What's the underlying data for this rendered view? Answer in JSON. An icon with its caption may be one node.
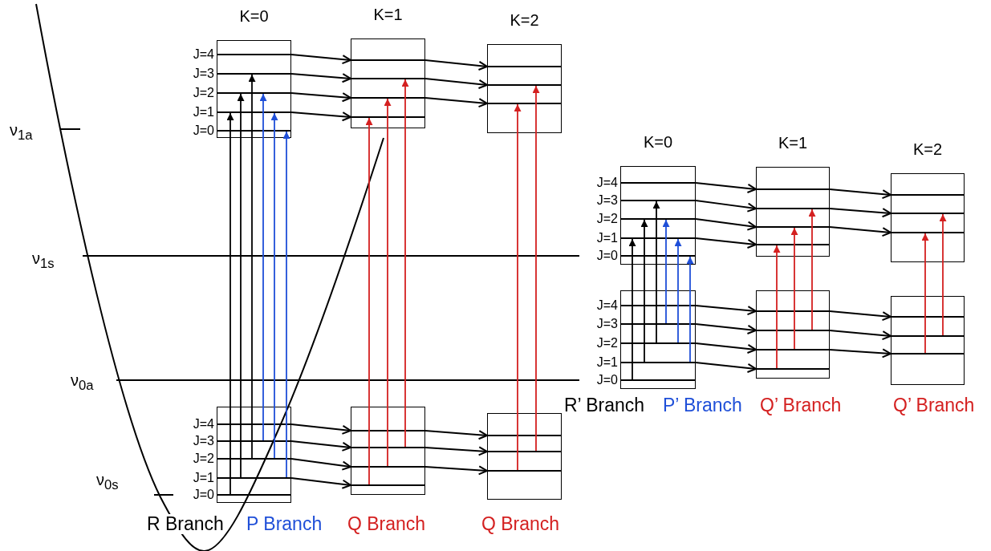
{
  "diagram": {
    "nodes": [
      {
        "text": [
          "K=0"
        ]
      },
      {
        "text": [],
        "shape": "bar",
        "in": 0,
        "beside": [
          "J=4"
        ]
      },
      {
        "text": [],
        "shape": "bar",
        "in": 0,
        "beside": [
          "J=3"
        ]
      },
      {
        "text": [],
        "shape": "bar",
        "in": 0,
        "beside": [
          "J=2"
        ]
      },
      {
        "text": [],
        "shape": "bar",
        "in": 0,
        "beside": [
          "J=1"
        ]
      },
      {
        "text": [],
        "shape": "bar",
        "in": 0,
        "beside": [
          "J=0"
        ]
      },
      {
        "text": [
          "K=1"
        ]
      },
      {
        "text": [],
        "shape": "bar",
        "in": 6
      },
      {
        "text": [],
        "shape": "bar",
        "in": 6
      },
      {
        "text": [],
        "shape": "bar",
        "in": 6
      },
      {
        "text": [],
        "shape": "bar",
        "in": 6
      },
      {
        "text": [
          "K=2"
        ]
      },
      {
        "text": [],
        "shape": "bar",
        "in": 11
      },
      {
        "text": [],
        "shape": "bar",
        "in": 11
      },
      {
        "text": [],
        "shape": "bar",
        "in": 11
      },
      {
        "text": [],
        "shape": "box"
      },
      {
        "text": [],
        "shape": "bar",
        "in": 15,
        "beside": [
          "J=4"
        ]
      },
      {
        "text": [],
        "shape": "bar",
        "in": 15,
        "beside": [
          "J=3"
        ]
      },
      {
        "text": [],
        "shape": "bar",
        "in": 15,
        "beside": [
          "J=2"
        ]
      },
      {
        "text": [],
        "shape": "bar",
        "in": 15,
        "beside": [
          "J=1"
        ]
      },
      {
        "text": [],
        "shape": "bar",
        "in": 15,
        "beside": [
          "J=0"
        ]
      },
      {
        "text": [],
        "shape": "box"
      },
      {
        "text": [],
        "shape": "bar",
        "in": 21
      },
      {
        "text": [],
        "shape": "bar",
        "in": 21
      },
      {
        "text": [],
        "shape": "bar",
        "in": 21
      },
      {
        "text": [],
        "shape": "bar",
        "in": 21
      },
      {
        "text": [],
        "shape": "box"
      },
      {
        "text": [],
        "shape": "bar",
        "in": 26
      },
      {
        "text": [],
        "shape": "bar",
        "in": 26
      },
      {
        "text": [],
        "shape": "bar",
        "in": 26
      },
      {
        "text": [
          "K=0"
        ]
      },
      {
        "text": [],
        "shape": "bar",
        "in": 30,
        "beside": [
          "J=4"
        ]
      },
      {
        "text": [],
        "shape": "bar",
        "in": 30,
        "beside": [
          "J=3"
        ]
      },
      {
        "text": [],
        "shape": "bar",
        "in": 30,
        "beside": [
          "J=2"
        ]
      },
      {
        "text": [],
        "shape": "bar",
        "in": 30,
        "beside": [
          "J=1"
        ]
      },
      {
        "text": [],
        "shape": "bar",
        "in": 30,
        "beside": [
          "J=0"
        ]
      },
      {
        "text": [
          "K=1"
        ]
      },
      {
        "text": [],
        "shape": "bar",
        "in": 36
      },
      {
        "text": [],
        "shape": "bar",
        "in": 36
      },
      {
        "text": [],
        "shape": "bar",
        "in": 36
      },
      {
        "text": [],
        "shape": "bar",
        "in": 36
      },
      {
        "text": [
          "K=2"
        ]
      },
      {
        "text": [],
        "shape": "bar",
        "in": 41
      },
      {
        "text": [],
        "shape": "bar",
        "in": 41
      },
      {
        "text": [],
        "shape": "bar",
        "in": 41
      },
      {
        "text": [],
        "shape": "box"
      },
      {
        "text": [],
        "shape": "bar",
        "in": 45,
        "beside": [
          "J=4"
        ]
      },
      {
        "text": [],
        "shape": "bar",
        "in": 45,
        "beside": [
          "J=3"
        ]
      },
      {
        "text": [],
        "shape": "bar",
        "in": 45,
        "beside": [
          "J=2"
        ]
      },
      {
        "text": [],
        "shape": "bar",
        "in": 45,
        "beside": [
          "J=1"
        ]
      },
      {
        "text": [],
        "shape": "bar",
        "in": 45,
        "beside": [
          "J=0"
        ]
      },
      {
        "text": [],
        "shape": "box"
      },
      {
        "text": [],
        "shape": "bar",
        "in": 51
      },
      {
        "text": [],
        "shape": "bar",
        "in": 51
      },
      {
        "text": [],
        "shape": "bar",
        "in": 51
      },
      {
        "text": [],
        "shape": "bar",
        "in": 51
      },
      {
        "text": [],
        "shape": "box"
      },
      {
        "text": [],
        "shape": "bar",
        "in": 56
      },
      {
        "text": [],
        "shape": "bar",
        "in": 56
      },
      {
        "text": [],
        "shape": "bar",
        "in": 56
      }
    ],
    "edges": [
      {
        "from": 1,
        "to": 7,
        "arrow": "to"
      },
      {
        "from": 2,
        "to": 8,
        "arrow": "to"
      },
      {
        "from": 3,
        "to": 9,
        "arrow": "to"
      },
      {
        "from": 4,
        "to": 10,
        "arrow": "to"
      },
      {
        "from": 7,
        "to": 12,
        "arrow": "to"
      },
      {
        "from": 8,
        "to": 13,
        "arrow": "to"
      },
      {
        "from": 9,
        "to": 14,
        "arrow": "to"
      },
      {
        "from": 16,
        "to": 22,
        "arrow": "to"
      },
      {
        "from": 17,
        "to": 23,
        "arrow": "to"
      },
      {
        "from": 18,
        "to": 24,
        "arrow": "to"
      },
      {
        "from": 19,
        "to": 25,
        "arrow": "to"
      },
      {
        "from": 22,
        "to": 27,
        "arrow": "to"
      },
      {
        "from": 23,
        "to": 28,
        "arrow": "to"
      },
      {
        "from": 24,
        "to": 29,
        "arrow": "to"
      },
      {
        "from": 20,
        "to": 4,
        "arrow": "to"
      },
      {
        "from": 19,
        "to": 3,
        "arrow": "to"
      },
      {
        "from": 18,
        "to": 2,
        "arrow": "to"
      },
      {
        "from": 17,
        "to": 3,
        "arrow": "to",
        "color": "#1f4fd8"
      },
      {
        "from": 18,
        "to": 4,
        "arrow": "to",
        "color": "#1f4fd8"
      },
      {
        "from": 19,
        "to": 5,
        "arrow": "to",
        "color": "#1f4fd8"
      },
      {
        "from": 25,
        "to": 10,
        "arrow": "to",
        "color": "#d42020"
      },
      {
        "from": 24,
        "to": 9,
        "arrow": "to",
        "color": "#d42020"
      },
      {
        "from": 23,
        "to": 8,
        "arrow": "to",
        "color": "#d42020"
      },
      {
        "from": 29,
        "to": 14,
        "arrow": "to",
        "color": "#d42020"
      },
      {
        "from": 28,
        "to": 13,
        "arrow": "to",
        "color": "#d42020"
      },
      {
        "from": 31,
        "to": 37,
        "arrow": "to"
      },
      {
        "from": 32,
        "to": 38,
        "arrow": "to"
      },
      {
        "from": 33,
        "to": 39,
        "arrow": "to"
      },
      {
        "from": 34,
        "to": 40,
        "arrow": "to"
      },
      {
        "from": 37,
        "to": 42,
        "arrow": "to"
      },
      {
        "from": 38,
        "to": 43,
        "arrow": "to"
      },
      {
        "from": 39,
        "to": 44,
        "arrow": "to"
      },
      {
        "from": 46,
        "to": 52,
        "arrow": "to"
      },
      {
        "from": 47,
        "to": 53,
        "arrow": "to"
      },
      {
        "from": 48,
        "to": 54,
        "arrow": "to"
      },
      {
        "from": 49,
        "to": 55,
        "arrow": "to"
      },
      {
        "from": 52,
        "to": 57,
        "arrow": "to"
      },
      {
        "from": 53,
        "to": 58,
        "arrow": "to"
      },
      {
        "from": 54,
        "to": 59,
        "arrow": "to"
      },
      {
        "from": 50,
        "to": 34,
        "arrow": "to"
      },
      {
        "from": 49,
        "to": 33,
        "arrow": "to"
      },
      {
        "from": 48,
        "to": 32,
        "arrow": "to"
      },
      {
        "from": 47,
        "to": 33,
        "arrow": "to",
        "color": "#1f4fd8"
      },
      {
        "from": 48,
        "to": 34,
        "arrow": "to",
        "color": "#1f4fd8"
      },
      {
        "from": 49,
        "to": 35,
        "arrow": "to",
        "color": "#1f4fd8"
      },
      {
        "from": 55,
        "to": 40,
        "arrow": "to",
        "color": "#d42020"
      },
      {
        "from": 54,
        "to": 39,
        "arrow": "to",
        "color": "#d42020"
      },
      {
        "from": 53,
        "to": 38,
        "arrow": "to",
        "color": "#d42020"
      },
      {
        "from": 59,
        "to": 44,
        "arrow": "to",
        "color": "#d42020"
      },
      {
        "from": 58,
        "to": 43,
        "arrow": "to",
        "color": "#d42020"
      }
    ],
    "labels": [
      "ν$_{1a}$",
      "ν$_{1s}$",
      "ν$_{0a}$",
      "ν$_{0s}$",
      "R Branch",
      "P Branch",
      "Q Branch",
      "Q Branch",
      "R’ Branch",
      "P’ Branch",
      "Q’ Branch",
      "Q’ Branch"
    ]
  }
}
